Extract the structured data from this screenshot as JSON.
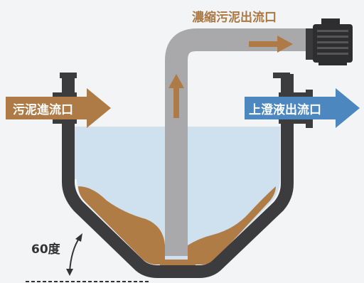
{
  "labels": {
    "concentrated_sludge_outlet": "濃縮污泥出流口",
    "sludge_inlet": "污泥進流口",
    "supernatant_outlet": "上澄液出流口",
    "angle": "60度"
  },
  "icons": {
    "pump": "pump-motor-icon"
  },
  "colors": {
    "background": "#f2f4f5",
    "tank_wall": "#3c3c3e",
    "water": "#cfe1ee",
    "sludge": "#b07c46",
    "pipe": "#a9a9ac",
    "arrow_brown": "#ae7a45",
    "arrow_blue": "#4c87c0",
    "label_text": "#ffffff",
    "title_text": "#a97843",
    "angle_text": "#333333"
  }
}
